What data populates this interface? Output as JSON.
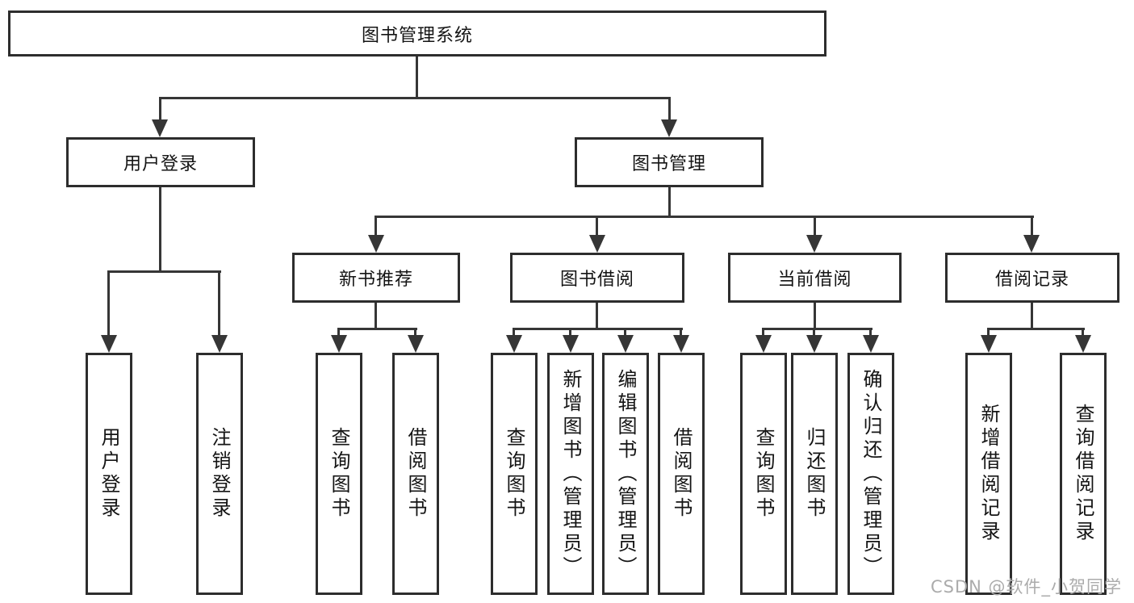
{
  "watermark": "CSDN @软件_小贺同学",
  "tree": {
    "root": "图书管理系统",
    "branches": [
      {
        "label": "用户登录",
        "children": [
          "用户登录",
          "注销登录"
        ]
      },
      {
        "label": "图书管理",
        "groups": [
          {
            "label": "新书推荐",
            "children": [
              "查询图书",
              "借阅图书"
            ]
          },
          {
            "label": "图书借阅",
            "children": [
              "查询图书",
              "新增图书（管理员）",
              "编辑图书（管理员）",
              "借阅图书"
            ]
          },
          {
            "label": "当前借阅",
            "children": [
              "查询图书",
              "归还图书",
              "确认归还（管理员）"
            ]
          },
          {
            "label": "借阅记录",
            "children": [
              "新增借阅记录",
              "查询借阅记录"
            ]
          }
        ]
      }
    ]
  }
}
